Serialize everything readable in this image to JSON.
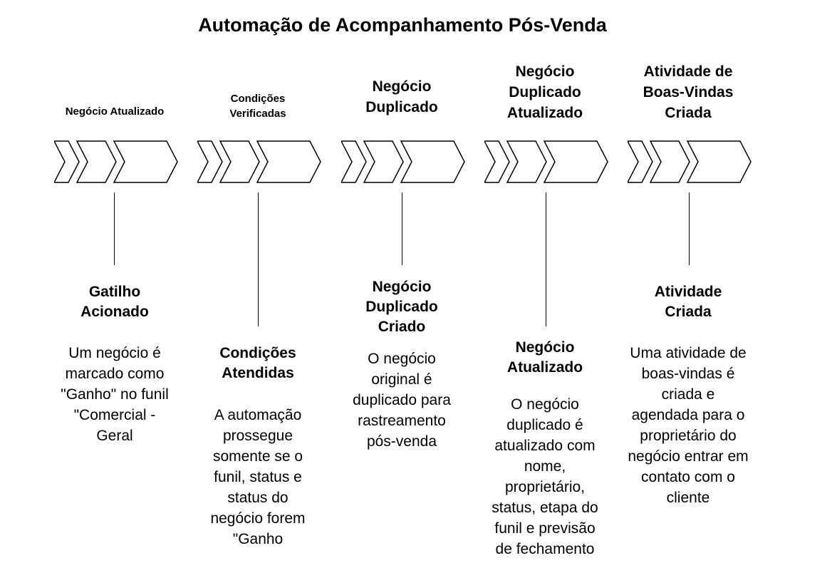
{
  "title": "Automação de Acompanhamento Pós-Venda",
  "steps": [
    {
      "label": "Negócio Atualizado",
      "result_title": "Gatilho Acionado",
      "result_desc": "Um negócio é marcado como \"Ganho\" no funil \"Comercial - Geral"
    },
    {
      "label": "Condições Verificadas",
      "result_title": "Condições Atendidas",
      "result_desc": "A automação prossegue somente se o funil, status e status do negócio forem \"Ganho"
    },
    {
      "label": "Negócio Duplicado",
      "result_title": "Negócio Duplicado Criado",
      "result_desc": "O negócio original é duplicado para rastreamento pós-venda"
    },
    {
      "label": "Negócio Duplicado Atualizado",
      "result_title": "Negócio Atualizado",
      "result_desc": "O negócio duplicado é atualizado com nome, proprietário, status, etapa do funil e previsão de fechamento"
    },
    {
      "label": "Atividade de Boas-Vindas Criada",
      "result_title": "Atividade Criada",
      "result_desc": "Uma atividade de boas-vindas é criada e agendada para o proprietário do negócio entrar em contato com o cliente"
    }
  ]
}
